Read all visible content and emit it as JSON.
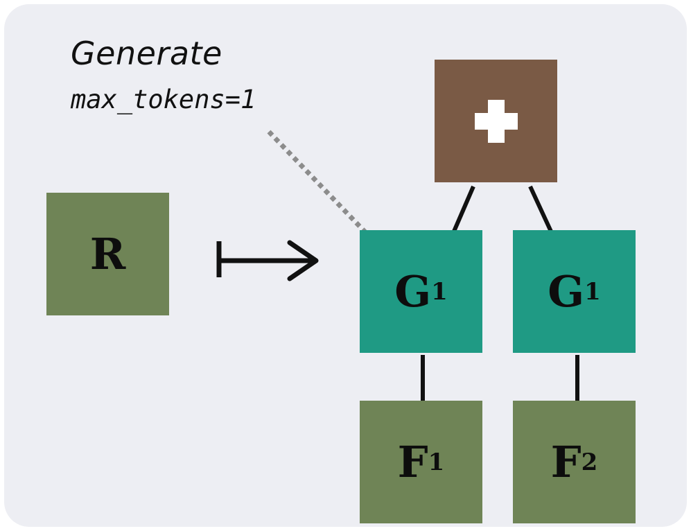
{
  "generate": {
    "title": "Generate",
    "param": "max_tokens=1"
  },
  "nodes": {
    "r": {
      "label": "R"
    },
    "g1": {
      "label": "G",
      "sup": "1"
    },
    "g2": {
      "label": "G",
      "sup": "1"
    },
    "f1": {
      "label": "F",
      "sub": "1"
    },
    "f2": {
      "label": "F",
      "sub": "2"
    },
    "plus": {
      "icon": "plus-icon"
    }
  },
  "colors": {
    "background": "#edeef3",
    "olive": "#6f8456",
    "teal": "#1f9a84",
    "brown": "#7a5a45",
    "line": "#111111"
  }
}
